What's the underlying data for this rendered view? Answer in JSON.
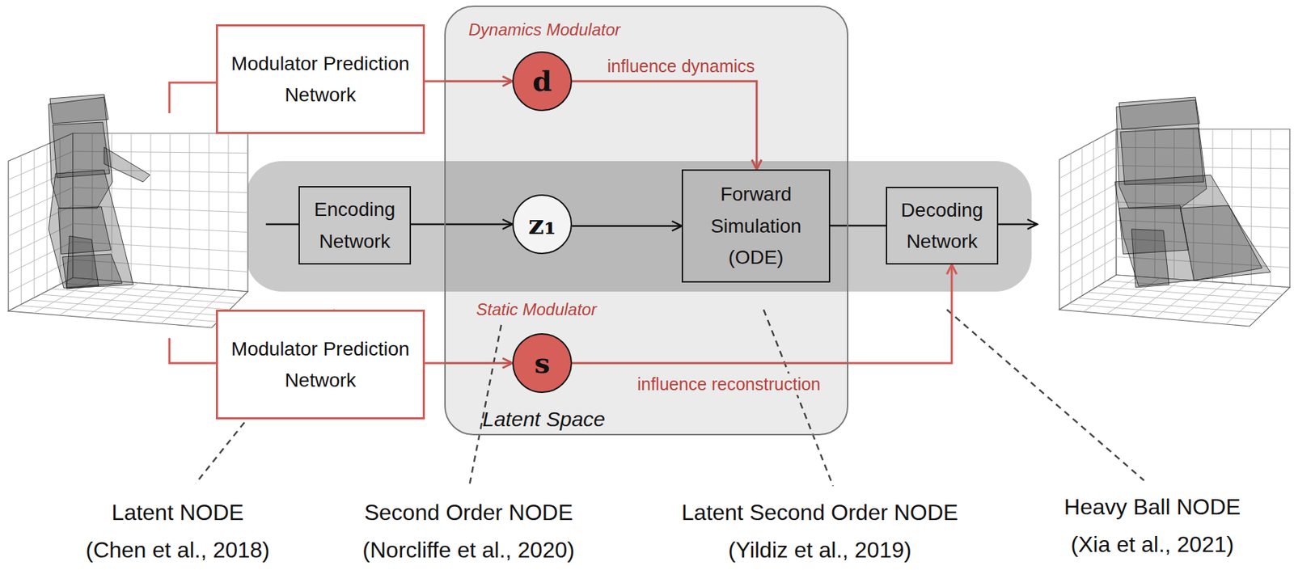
{
  "diagram": {
    "nodes": [
      {
        "text": [
          "Modulator Prediction Network"
        ]
      },
      {
        "text": [
          "Latent Space"
        ]
      },
      {
        "text": [
          "d"
        ],
        "in": 1
      },
      {
        "text": [
          "Encoding Network"
        ]
      },
      {
        "text": [
          "z₁"
        ],
        "in": 1
      },
      {
        "text": [
          "Forward Simulation (ODE)"
        ],
        "in": 1
      },
      {
        "text": [
          "Decoding Network"
        ]
      },
      {
        "text": [
          "Modulator Prediction Network"
        ]
      },
      {
        "text": [
          "s"
        ],
        "in": 1
      }
    ],
    "edges": [
      {
        "from": 0,
        "to": 2,
        "arrow": "to"
      },
      {
        "from": 2,
        "to": 5,
        "arrow": "to",
        "label": "influence dynamics"
      },
      {
        "from": 3,
        "to": 4,
        "arrow": "to"
      },
      {
        "from": 4,
        "to": 5,
        "arrow": "to"
      },
      {
        "from": 5,
        "to": 6,
        "arrow": "none"
      },
      {
        "from": 7,
        "to": 8,
        "arrow": "to"
      },
      {
        "from": 8,
        "to": 6,
        "arrow": "to",
        "label": "influence reconstruction"
      }
    ],
    "labels": [
      "Dynamics Modulator",
      "Static Modulator",
      "Latent NODE (Chen et al., 2018)",
      "Second Order NODE (Norcliffe et al., 2020)",
      "Latent Second Order NODE (Yildiz et al., 2019)",
      "Heavy Ball NODE (Xia et al., 2021)"
    ]
  }
}
